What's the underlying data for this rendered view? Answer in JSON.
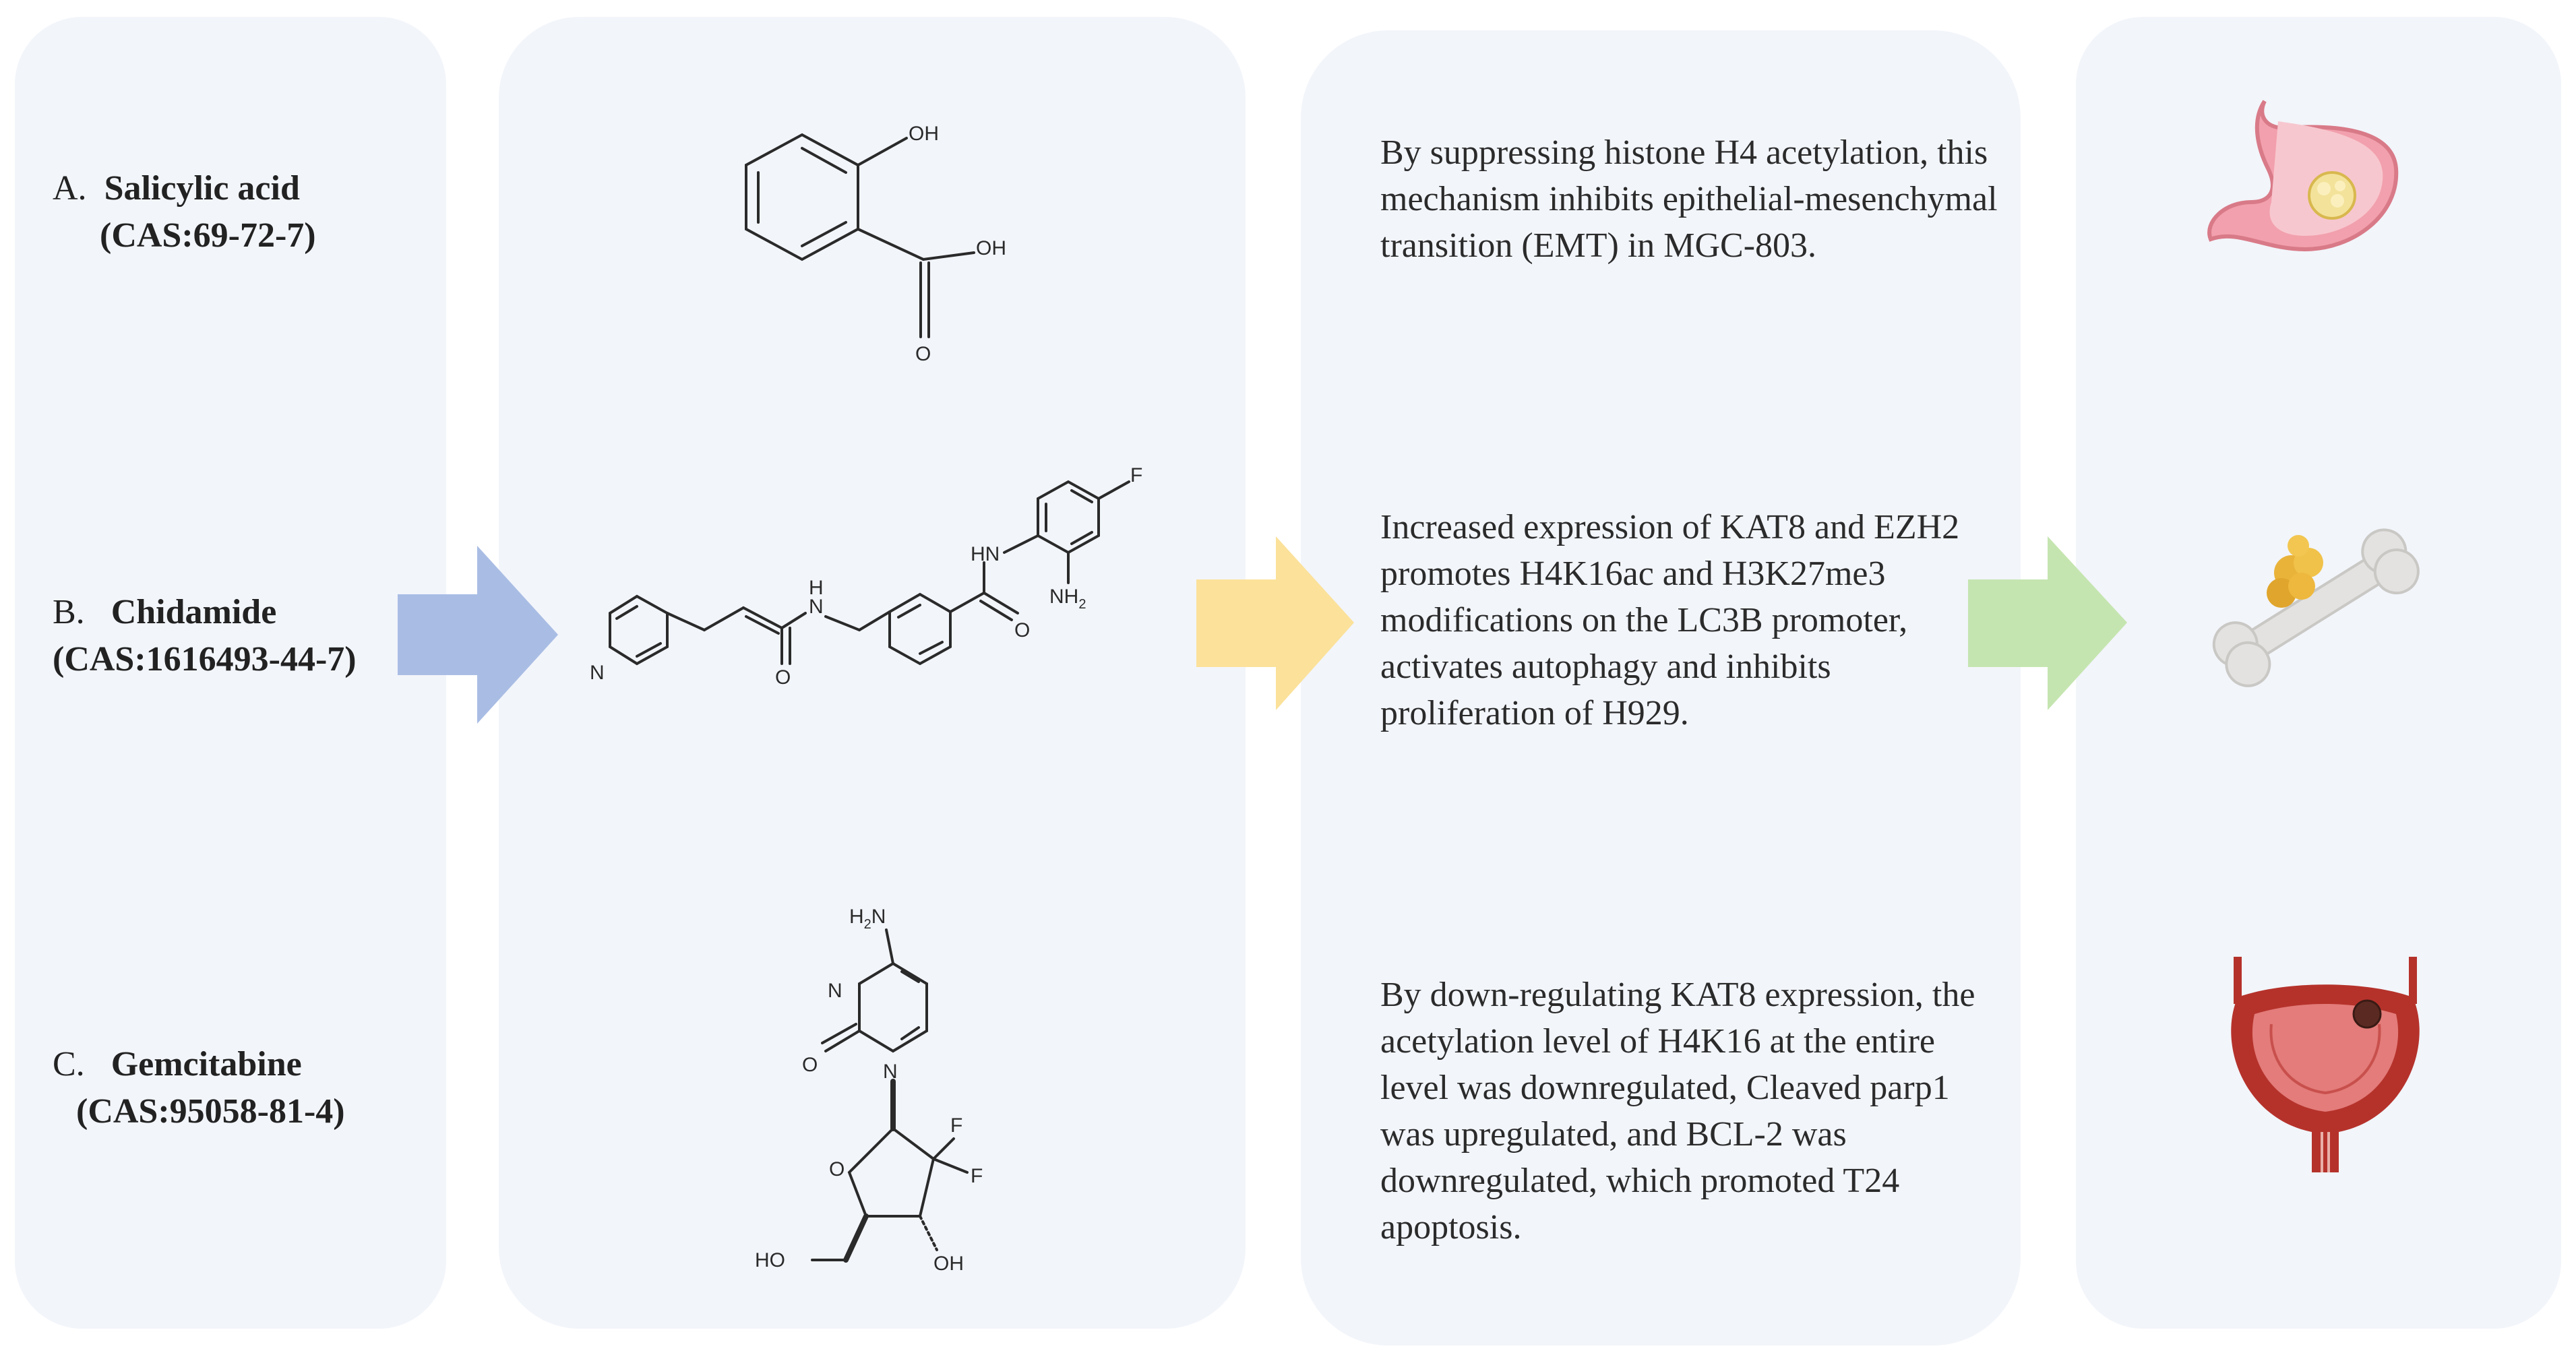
{
  "drugs": [
    {
      "letter": "A.",
      "name": "Salicylic acid",
      "cas": "(CAS:69-72-7)"
    },
    {
      "letter": "B.",
      "name": "Chidamide",
      "cas": "(CAS:1616493-44-7)"
    },
    {
      "letter": "C.",
      "name": "Gemcitabine",
      "cas": "(CAS:95058-81-4)"
    }
  ],
  "mechanisms": [
    "By suppressing histone H4 acetylation, this mechanism inhibits epithelial-mesenchymal transition (EMT) in MGC-803.",
    "Increased expression of KAT8 and EZH2 promotes H4K16ac and H3K27me3 modifications on the LC3B promoter,  activates autophagy and inhibits proliferation of H929.",
    "By down-regulating KAT8 expression, the acetylation level of H4K16 at the entire level was downregulated, Cleaved parp1 was upregulated, and BCL-2 was downregulated, which promoted T24 apoptosis."
  ],
  "atom_labels": {
    "salicylic": {
      "oh1": "OH",
      "oh2": "OH",
      "o": "O"
    },
    "chidamide": {
      "n_py": "N",
      "nh": "N",
      "h": "H",
      "o1": "O",
      "hn": "HN",
      "nh2": "NH",
      "sub2": "2",
      "o2": "O",
      "f": "F"
    },
    "gemcitabine": {
      "h2n": "H",
      "sub2": "2",
      "n_top": "N",
      "n_amine": "N",
      "o": "O",
      "n1": "N",
      "f1": "F",
      "f2": "F",
      "ring_o": "O",
      "ho": "HO",
      "oh": "OH"
    }
  },
  "arrows": [
    {
      "name": "arrow-blue",
      "color": "#a9bde4"
    },
    {
      "name": "arrow-yellow",
      "color": "#fbe19a"
    },
    {
      "name": "arrow-green",
      "color": "#c5e5b0"
    }
  ],
  "organs": [
    {
      "name": "stomach-icon"
    },
    {
      "name": "bone-icon"
    },
    {
      "name": "bladder-icon"
    }
  ]
}
